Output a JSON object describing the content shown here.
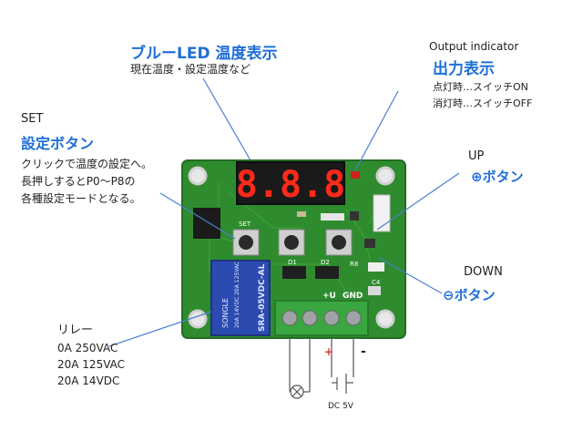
{
  "display": {
    "en_label": "",
    "title": "ブルーLED 温度表示",
    "desc": "現在温度・設定温度など",
    "digits": "8.8.8"
  },
  "output": {
    "en_label": "Output indicator",
    "title": "出力表示",
    "line1": "点灯時…スイッチON",
    "line2": "消灯時…スイッチOFF"
  },
  "set": {
    "en_label": "SET",
    "title": "設定ボタン",
    "line1": "クリックで温度の設定へ。",
    "line2": "長押しするとP0～P8の",
    "line3": "各種設定モードとなる。"
  },
  "up": {
    "en_label": "UP",
    "title": "⊕ボタン"
  },
  "down": {
    "en_label": "DOWN",
    "title": "⊖ボタン"
  },
  "relay": {
    "title": "リレー",
    "line1": "0A 250VAC",
    "line2": "20A 125VAC",
    "line3": "20A 14VDC",
    "print_brand": "SONGLE",
    "print_model": "SRA-05VDC-AL",
    "print_specs": "20A 14VDC 20A 125VAC"
  },
  "board": {
    "set_print": "SET",
    "term_plus": "+U",
    "term_gnd": "GND",
    "d1": "D1",
    "d2": "D2",
    "r8": "R8",
    "c4": "C4"
  },
  "wiring": {
    "plus": "+",
    "minus": "-",
    "dc": "DC 5V"
  },
  "colors": {
    "accent_blue": "#1f6fd6",
    "pcb_green": "#2e8c2e",
    "led_red": "#ff2a1a",
    "terminal_green": "#3aa640"
  }
}
